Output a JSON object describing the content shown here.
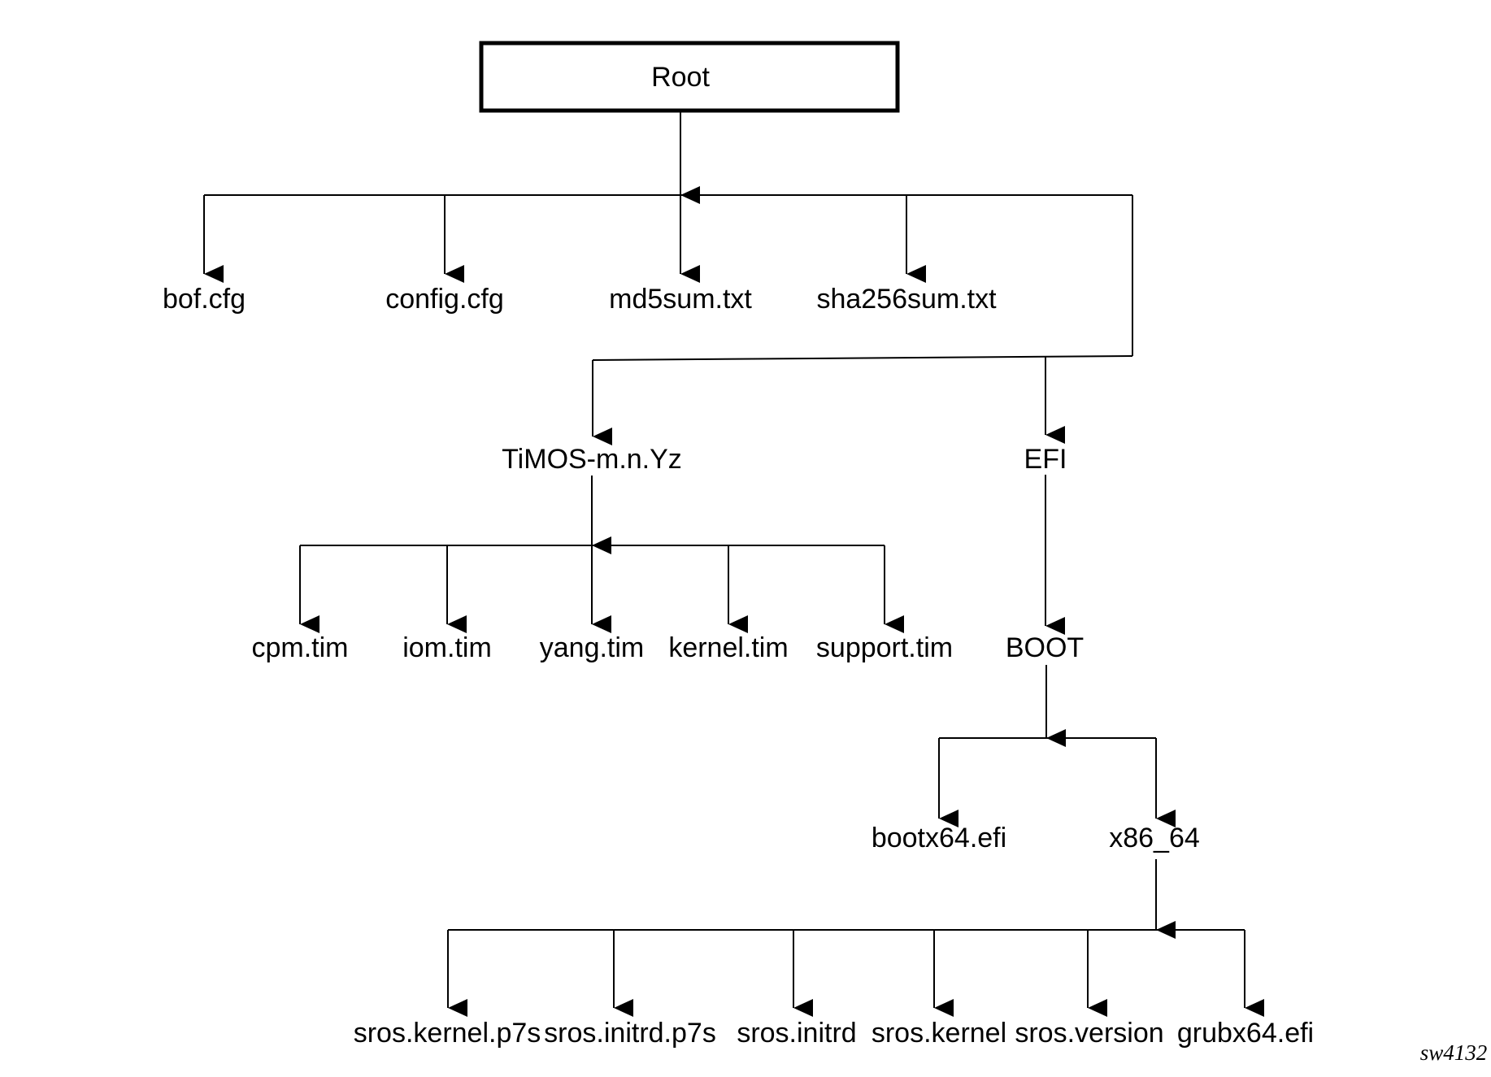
{
  "diagram": {
    "title_node": "Root",
    "watermark": "sw4132",
    "colors": {
      "line": "#000000",
      "text": "#000000",
      "background": "#ffffff"
    },
    "nodes": {
      "root": "Root",
      "bof_cfg": "bof.cfg",
      "config_cfg": "config.cfg",
      "md5sum_txt": "md5sum.txt",
      "sha256sum_txt": "sha256sum.txt",
      "timos": "TiMOS-m.n.Yz",
      "efi": "EFI",
      "cpm_tim": "cpm.tim",
      "iom_tim": "iom.tim",
      "yang_tim": "yang.tim",
      "kernel_tim": "kernel.tim",
      "support_tim": "support.tim",
      "boot": "BOOT",
      "bootx64_efi": "bootx64.efi",
      "x86_64": "x86_64",
      "sros_kernel_p7s": "sros.kernel.p7s",
      "sros_initrd_p7s": "sros.initrd.p7s",
      "sros_initrd": "sros.initrd",
      "sros_kernel": "sros.kernel",
      "sros_version": "sros.version",
      "grubx64_efi": "grubx64.efi"
    },
    "hierarchy": {
      "Root": [
        "bof.cfg",
        "config.cfg",
        "md5sum.txt",
        "sha256sum.txt",
        "TiMOS-m.n.Yz",
        "EFI"
      ],
      "TiMOS-m.n.Yz": [
        "cpm.tim",
        "iom.tim",
        "yang.tim",
        "kernel.tim",
        "support.tim"
      ],
      "EFI": [
        "BOOT"
      ],
      "BOOT": [
        "bootx64.efi",
        "x86_64"
      ],
      "x86_64": [
        "sros.kernel.p7s",
        "sros.initrd.p7s",
        "sros.initrd",
        "sros.kernel",
        "sros.version",
        "grubx64.efi"
      ]
    }
  }
}
